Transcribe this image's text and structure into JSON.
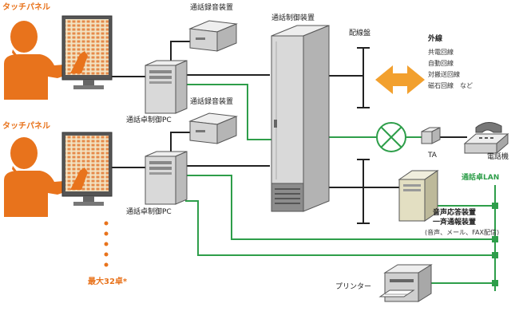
{
  "colors": {
    "accent_orange": "#e8731c",
    "lan_green": "#2e9e4a",
    "line_black": "#222222",
    "device_gray": "#d6d6d6"
  },
  "labels": {
    "touch_panel_1": "タッチパネル",
    "touch_panel_2": "タッチパネル",
    "recorder_1": "通話録音装置",
    "recorder_2": "通話録音装置",
    "console_pc_1": "通話卓制御PC",
    "console_pc_2": "通話卓制御PC",
    "controller": "通話制御装置",
    "patch_panel": "配線盤",
    "max_consoles": "最大32卓*",
    "ta": "TA",
    "telephone": "電話機",
    "lan": "通話卓LAN",
    "voice_unit_line1": "音声応答装置",
    "voice_unit_line2": "一斉通報装置",
    "voice_unit_note": "(音声、メール、FAX配信)",
    "printer": "プリンター"
  },
  "external_lines": {
    "title": "外線",
    "items": [
      "共電回線",
      "自動回線",
      "対搬送回線",
      "磁石回線　など"
    ]
  },
  "icons": {
    "person": "person-silhouette-icon",
    "monitor": "touch-monitor-icon",
    "pc": "tower-pc-icon",
    "recorder": "recorder-box-icon",
    "cabinet": "server-cabinet-icon",
    "arrow": "double-arrow-icon",
    "x_junction": "crossed-circle-icon",
    "ta": "terminal-adapter-icon",
    "phone": "telephone-icon",
    "voice_server": "server-box-icon",
    "printer": "printer-icon"
  }
}
